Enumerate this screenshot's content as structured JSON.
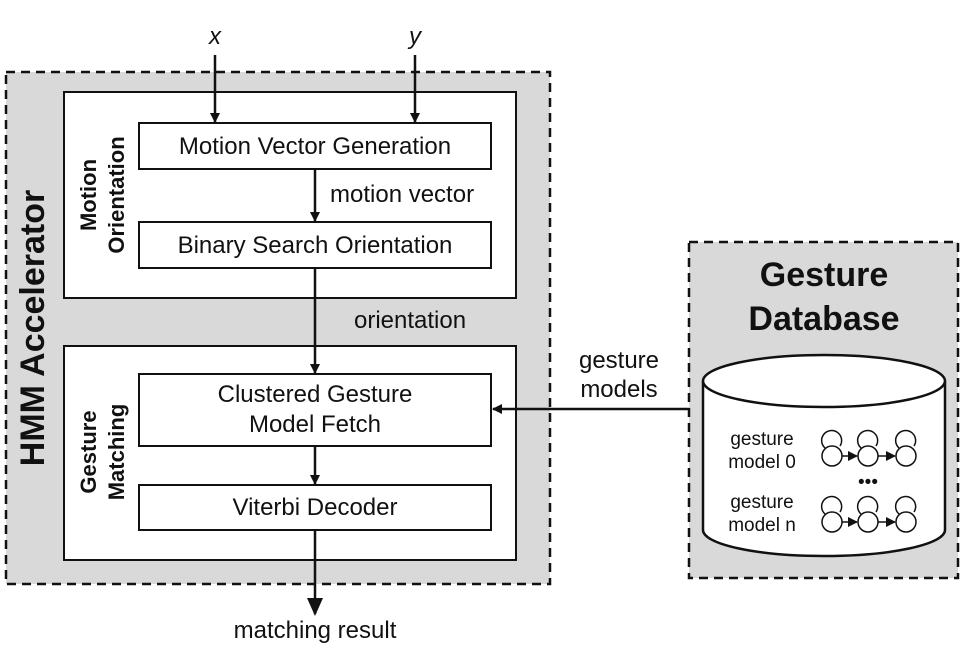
{
  "inputs": {
    "x": "x",
    "y": "y"
  },
  "hmm_accelerator": {
    "title": "HMM Accelerator",
    "motion_orientation": {
      "label_line1": "Motion",
      "label_line2": "Orientation",
      "motion_vector_generation": "Motion Vector Generation",
      "motion_vector_edge": "motion vector",
      "binary_search_orientation": "Binary Search Orientation"
    },
    "orientation_edge": "orientation",
    "gesture_matching": {
      "label_line1": "Gesture",
      "label_line2": "Matching",
      "clustered_fetch_line1": "Clustered Gesture",
      "clustered_fetch_line2": "Model Fetch",
      "viterbi_decoder": "Viterbi Decoder"
    }
  },
  "output": {
    "matching_result": "matching result"
  },
  "gesture_models_edge": {
    "line1": "gesture",
    "line2": "models"
  },
  "gesture_database": {
    "title_line1": "Gesture",
    "title_line2": "Database",
    "model0_line1": "gesture",
    "model0_line2": "model 0",
    "ellipsis": "•••",
    "modeln_line1": "gesture",
    "modeln_line2": "model n"
  }
}
